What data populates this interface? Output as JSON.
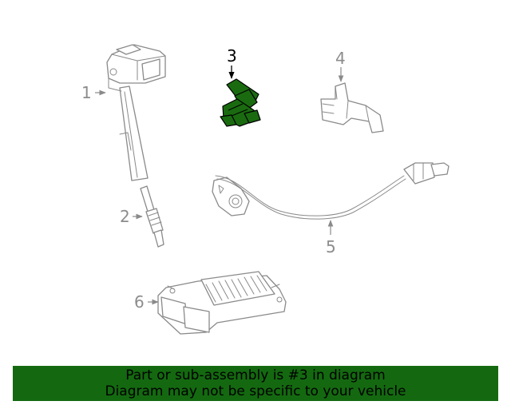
{
  "callouts": {
    "c1": "1",
    "c2": "2",
    "c3": "3",
    "c4": "4",
    "c5": "5",
    "c6": "6"
  },
  "highlight_color": "#1a6b10",
  "banner": {
    "line1": "Part or sub-assembly is #3 in diagram",
    "line2": "Diagram may not be specific to your vehicle",
    "background": "#146910"
  }
}
